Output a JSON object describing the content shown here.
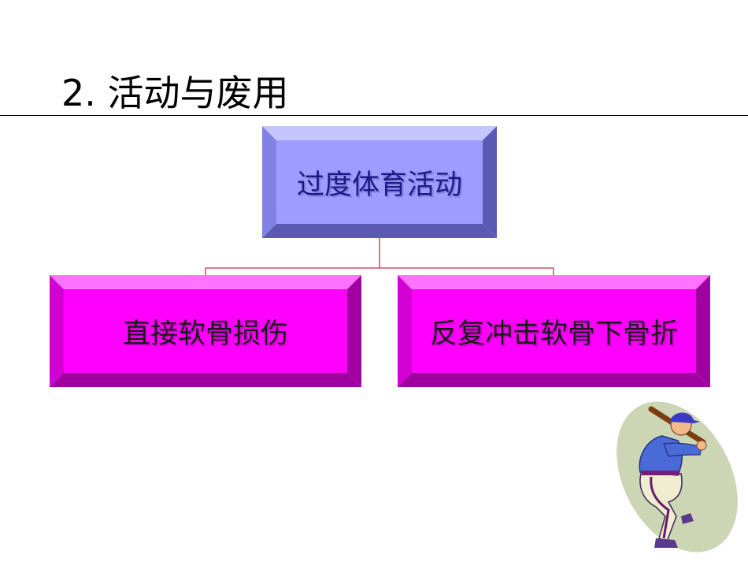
{
  "slide": {
    "title": "2.  活动与废用"
  },
  "diagram": {
    "root": {
      "label": "过度体育活动",
      "face_color": "#9d9dff",
      "bevel_light": "#c6c6ff",
      "bevel_mid": "#8282e6",
      "bevel_dark": "#5a5ab4"
    },
    "children": [
      {
        "label": "直接软骨损伤"
      },
      {
        "label": "反复冲击软骨下骨折"
      }
    ],
    "child_colors": {
      "face_color": "#ff00ff",
      "bevel_light": "#ff73ff",
      "bevel_mid": "#d200d2",
      "bevel_dark": "#a000a0"
    },
    "connector_color": "#c0304a"
  },
  "clipart": {
    "icon": "baseball-batter-icon",
    "backdrop_color": "#ccd6b4"
  }
}
